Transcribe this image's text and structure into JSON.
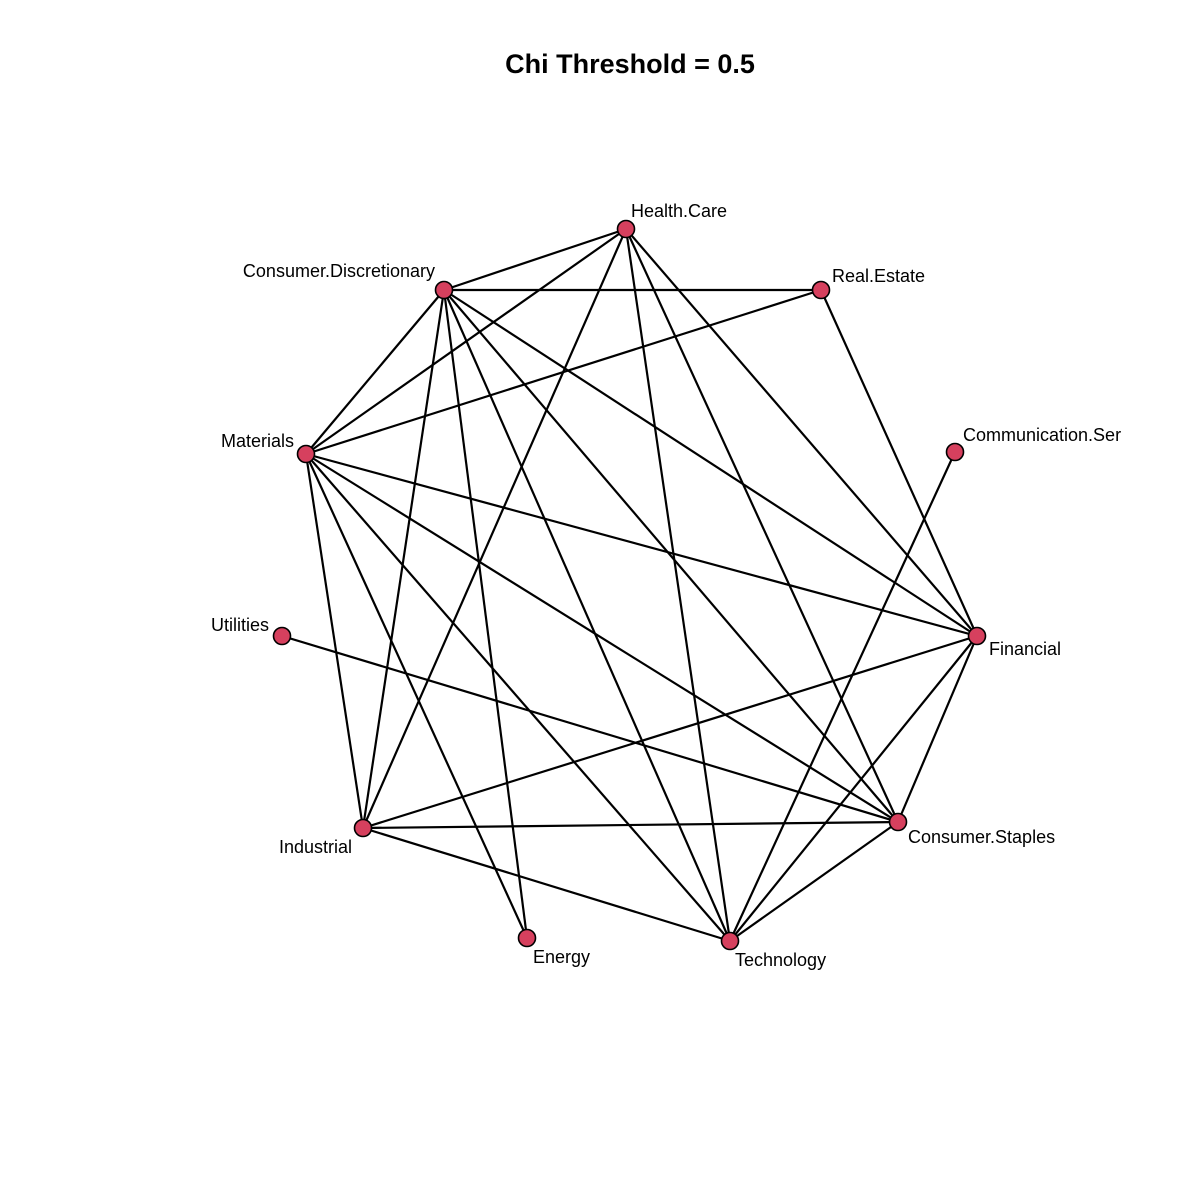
{
  "title": "Chi Threshold = 0.5",
  "colors": {
    "node_fill": "#d6405e",
    "node_stroke": "#000000",
    "edge": "#000000",
    "background": "#ffffff"
  },
  "nodes": [
    {
      "id": "health_care",
      "label": "Health.Care"
    },
    {
      "id": "real_estate",
      "label": "Real.Estate"
    },
    {
      "id": "communication",
      "label": "Communication.Ser"
    },
    {
      "id": "financial",
      "label": "Financial"
    },
    {
      "id": "consumer_staples",
      "label": "Consumer.Staples"
    },
    {
      "id": "technology",
      "label": "Technology"
    },
    {
      "id": "energy",
      "label": "Energy"
    },
    {
      "id": "industrial",
      "label": "Industrial"
    },
    {
      "id": "utilities",
      "label": "Utilities"
    },
    {
      "id": "materials",
      "label": "Materials"
    },
    {
      "id": "consumer_discretionary",
      "label": "Consumer.Discretionary"
    }
  ],
  "edges": [
    [
      "consumer_discretionary",
      "health_care"
    ],
    [
      "consumer_discretionary",
      "real_estate"
    ],
    [
      "consumer_discretionary",
      "materials"
    ],
    [
      "consumer_discretionary",
      "industrial"
    ],
    [
      "consumer_discretionary",
      "energy"
    ],
    [
      "consumer_discretionary",
      "technology"
    ],
    [
      "consumer_discretionary",
      "consumer_staples"
    ],
    [
      "consumer_discretionary",
      "financial"
    ],
    [
      "health_care",
      "materials"
    ],
    [
      "health_care",
      "industrial"
    ],
    [
      "health_care",
      "technology"
    ],
    [
      "health_care",
      "consumer_staples"
    ],
    [
      "health_care",
      "financial"
    ],
    [
      "real_estate",
      "materials"
    ],
    [
      "real_estate",
      "financial"
    ],
    [
      "communication",
      "technology"
    ],
    [
      "materials",
      "financial"
    ],
    [
      "materials",
      "consumer_staples"
    ],
    [
      "materials",
      "technology"
    ],
    [
      "materials",
      "energy"
    ],
    [
      "materials",
      "industrial"
    ],
    [
      "utilities",
      "consumer_staples"
    ],
    [
      "industrial",
      "financial"
    ],
    [
      "industrial",
      "consumer_staples"
    ],
    [
      "industrial",
      "technology"
    ],
    [
      "financial",
      "consumer_staples"
    ],
    [
      "financial",
      "technology"
    ],
    [
      "consumer_staples",
      "technology"
    ]
  ]
}
